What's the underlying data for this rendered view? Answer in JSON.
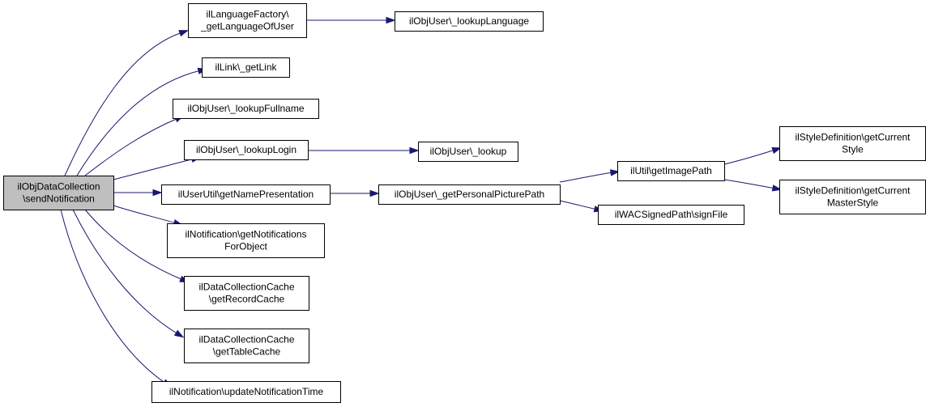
{
  "colors": {
    "edge": "#191970",
    "node_border": "#000000",
    "root_fill": "#bfbfbf",
    "node_fill": "#ffffff"
  },
  "nodes": {
    "root": {
      "lines": [
        "ilObjDataCollection",
        "\\sendNotification"
      ]
    },
    "getLanguageOfUser": {
      "lines": [
        "ilLanguageFactory\\",
        "_getLanguageOfUser"
      ]
    },
    "lookupLanguage": {
      "lines": [
        "ilObjUser\\_lookupLanguage"
      ]
    },
    "getLink": {
      "lines": [
        "ilLink\\_getLink"
      ]
    },
    "lookupFullname": {
      "lines": [
        "ilObjUser\\_lookupFullname"
      ]
    },
    "lookupLogin": {
      "lines": [
        "ilObjUser\\_lookupLogin"
      ]
    },
    "lookup": {
      "lines": [
        "ilObjUser\\_lookup"
      ]
    },
    "getNamePresentation": {
      "lines": [
        "ilUserUtil\\getNamePresentation"
      ]
    },
    "getPersonalPicturePath": {
      "lines": [
        "ilObjUser\\_getPersonalPicturePath"
      ]
    },
    "getImagePath": {
      "lines": [
        "ilUtil\\getImagePath"
      ]
    },
    "getCurrentStyle": {
      "lines": [
        "ilStyleDefinition\\getCurrent",
        "Style"
      ]
    },
    "getCurrentMasterStyle": {
      "lines": [
        "ilStyleDefinition\\getCurrent",
        "MasterStyle"
      ]
    },
    "signFile": {
      "lines": [
        "ilWACSignedPath\\signFile"
      ]
    },
    "getNotificationsForObject": {
      "lines": [
        "ilNotification\\getNotifications",
        "ForObject"
      ]
    },
    "getRecordCache": {
      "lines": [
        "ilDataCollectionCache",
        "\\getRecordCache"
      ]
    },
    "getTableCache": {
      "lines": [
        "ilDataCollectionCache",
        "\\getTableCache"
      ]
    },
    "updateNotificationTime": {
      "lines": [
        "ilNotification\\updateNotificationTime"
      ]
    }
  },
  "edges": [
    [
      "root",
      "getLanguageOfUser"
    ],
    [
      "root",
      "getLink"
    ],
    [
      "root",
      "lookupFullname"
    ],
    [
      "root",
      "lookupLogin"
    ],
    [
      "root",
      "getNamePresentation"
    ],
    [
      "root",
      "getNotificationsForObject"
    ],
    [
      "root",
      "getRecordCache"
    ],
    [
      "root",
      "getTableCache"
    ],
    [
      "root",
      "updateNotificationTime"
    ],
    [
      "getLanguageOfUser",
      "lookupLanguage"
    ],
    [
      "lookupLogin",
      "lookup"
    ],
    [
      "getNamePresentation",
      "getPersonalPicturePath"
    ],
    [
      "getPersonalPicturePath",
      "getImagePath"
    ],
    [
      "getPersonalPicturePath",
      "signFile"
    ],
    [
      "getImagePath",
      "getCurrentStyle"
    ],
    [
      "getImagePath",
      "getCurrentMasterStyle"
    ]
  ]
}
